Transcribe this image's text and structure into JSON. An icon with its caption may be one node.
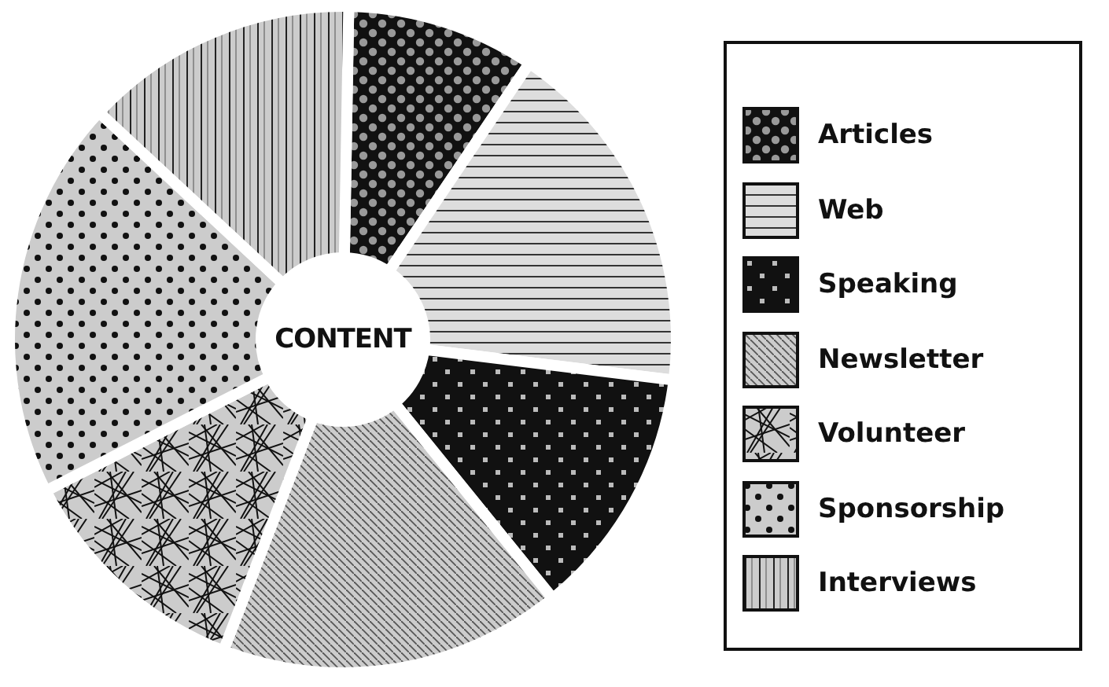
{
  "diagram": {
    "nodes": [
      {
        "text": [
          "CONTENT"
        ]
      }
    ],
    "legend": [
      {
        "text": "Articles"
      },
      {
        "text": "Web"
      },
      {
        "text": "Speaking"
      },
      {
        "text": "Newsletter"
      },
      {
        "text": "Volunteer"
      },
      {
        "text": "Sponsorship"
      },
      {
        "text": "Interviews"
      }
    ]
  }
}
